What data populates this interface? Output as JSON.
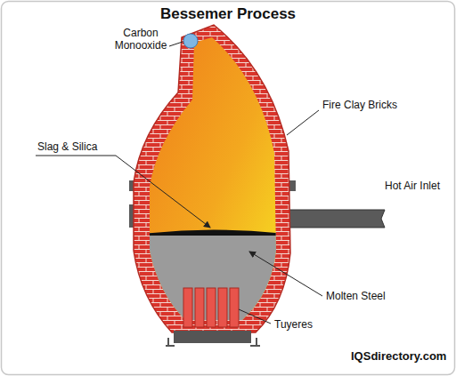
{
  "diagram": {
    "title": "Bessemer Process",
    "labels": [
      "Carbon Monooxide",
      "Fire Clay Bricks",
      "Slag & Silica",
      "Hot Air Inlet",
      "Molten Steel",
      "Tuyeres",
      "IQSdirectory.com"
    ]
  }
}
